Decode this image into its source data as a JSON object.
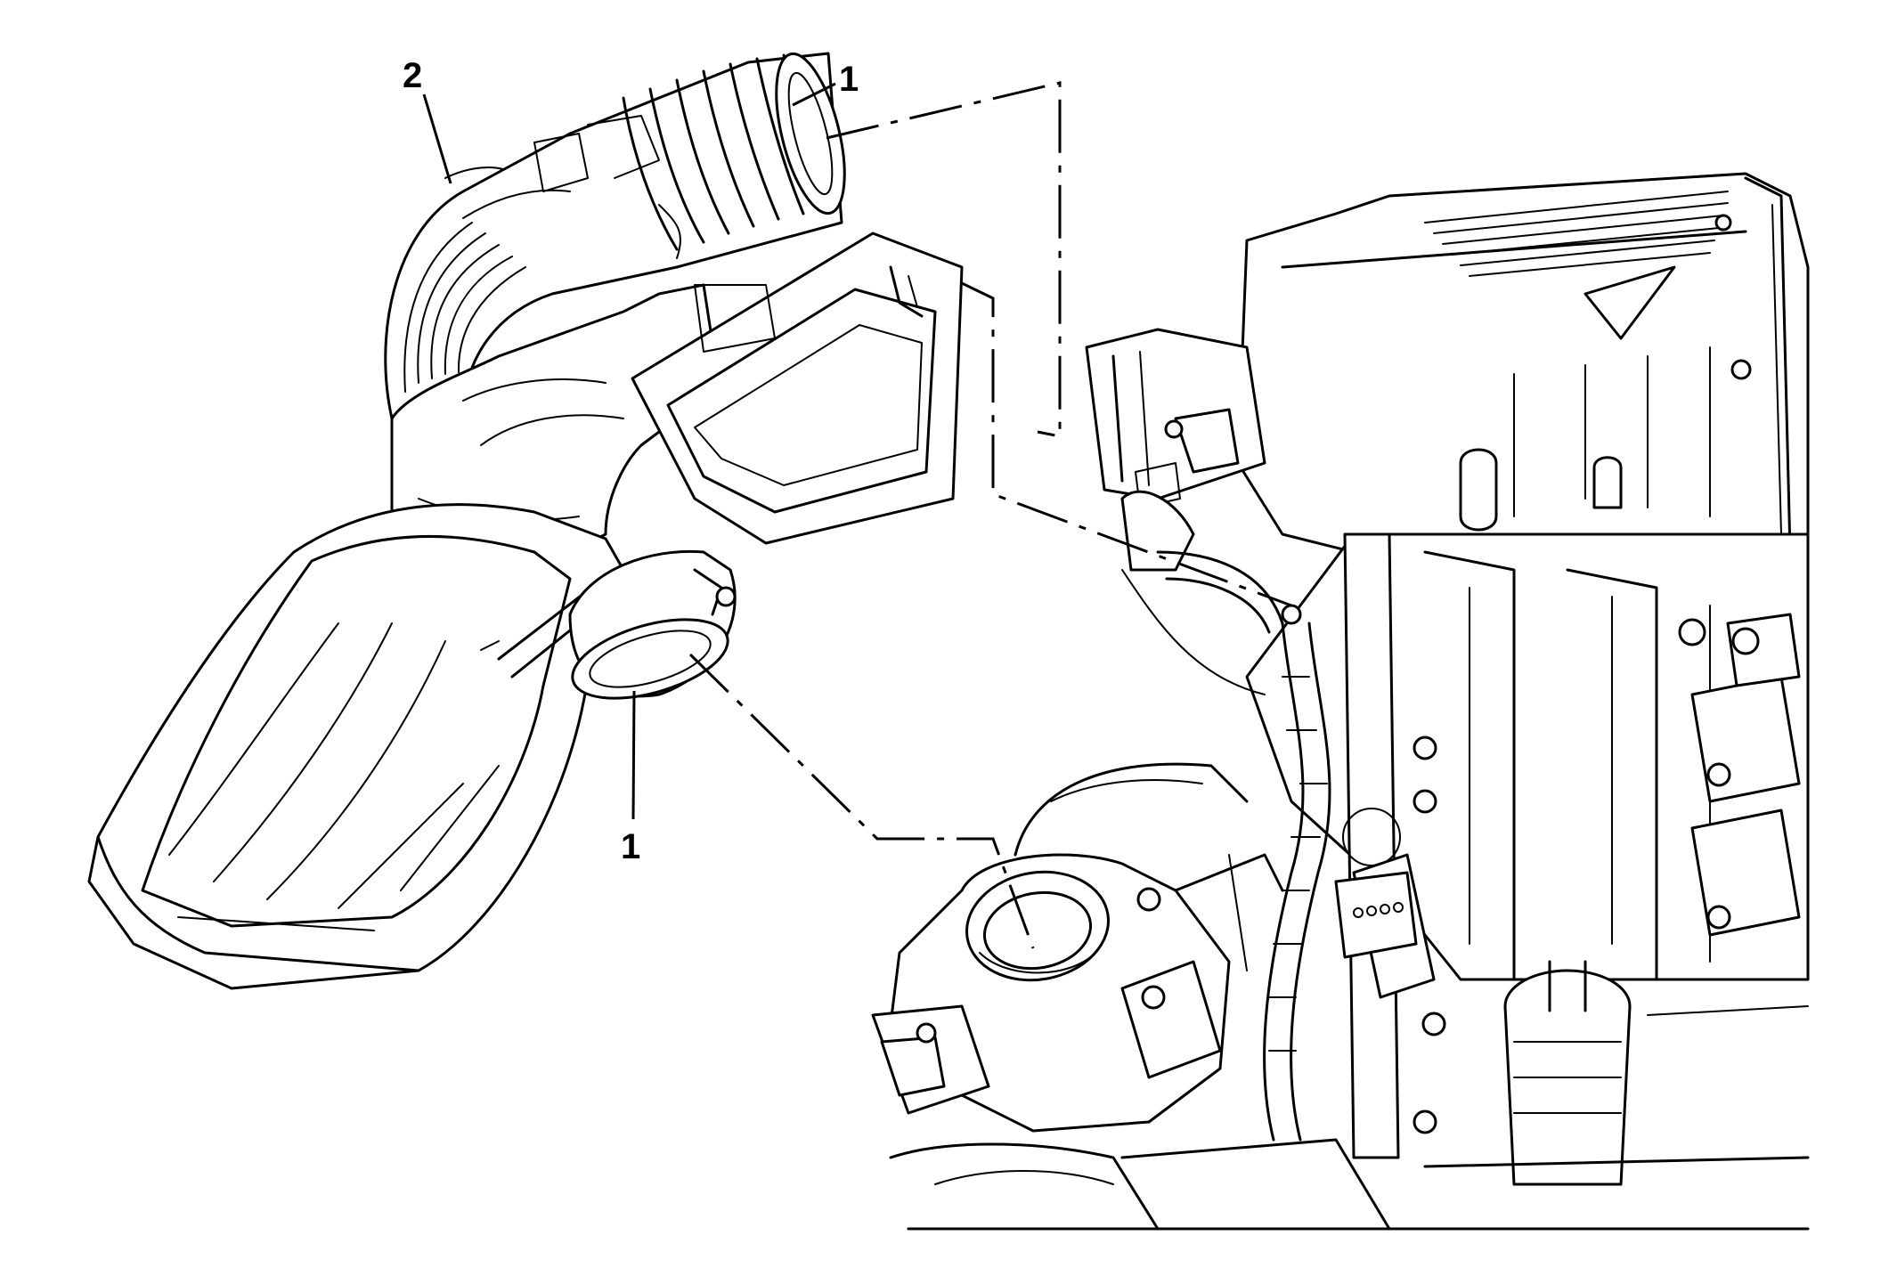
{
  "callouts": [
    {
      "id": "callout-1-top",
      "label": "1"
    },
    {
      "id": "callout-2",
      "label": "2"
    },
    {
      "id": "callout-1-bottom",
      "label": "1"
    }
  ]
}
